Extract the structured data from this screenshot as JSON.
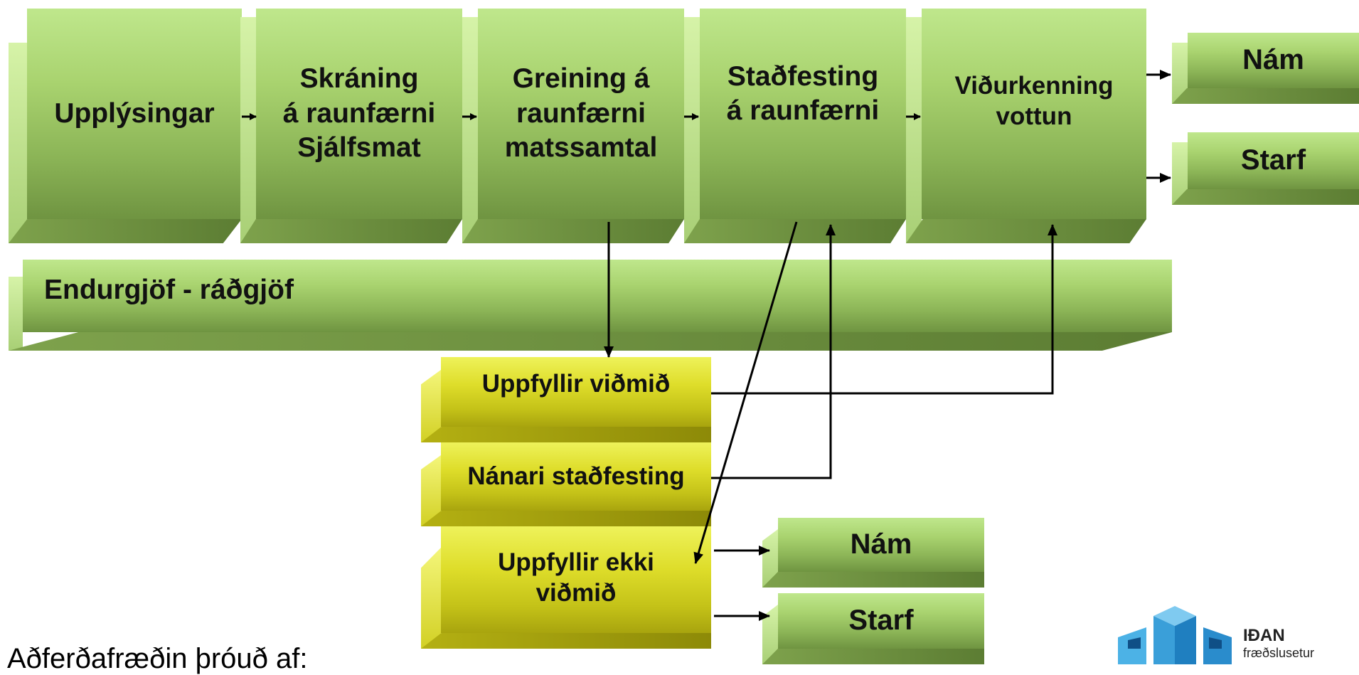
{
  "process_steps": [
    {
      "lines": [
        "Upplýsingar"
      ]
    },
    {
      "lines": [
        "Skráning",
        "á raunfærni",
        "Sjálfsmat"
      ]
    },
    {
      "lines": [
        "Greining á",
        "raunfærni",
        "matssamtal"
      ]
    },
    {
      "lines": [
        "Staðfesting",
        "á raunfærni"
      ]
    },
    {
      "lines": [
        "Viðurkenning",
        "vottun"
      ]
    }
  ],
  "outcomes_top": [
    "Nám",
    "Starf"
  ],
  "feedback_bar": "Endurgjöf - ráðgjöf",
  "assessment_results": {
    "meets": "Uppfyllir viðmið",
    "further": "Nánari staðfesting",
    "not_meets_lines": [
      "Uppfyllir ekki",
      "viðmið"
    ]
  },
  "outcomes_bottom": [
    "Nám",
    "Starf"
  ],
  "footer_text": "Aðferðafræðin þróuð af:",
  "logo": {
    "name": "IÐAN",
    "subtitle": "fræðslusetur"
  },
  "colors": {
    "green": "#a9d36f",
    "yellow": "#dedd2a",
    "arrow": "#000000",
    "logo_blue_light": "#5bb8e8",
    "logo_blue_dark": "#1f7fc0"
  }
}
